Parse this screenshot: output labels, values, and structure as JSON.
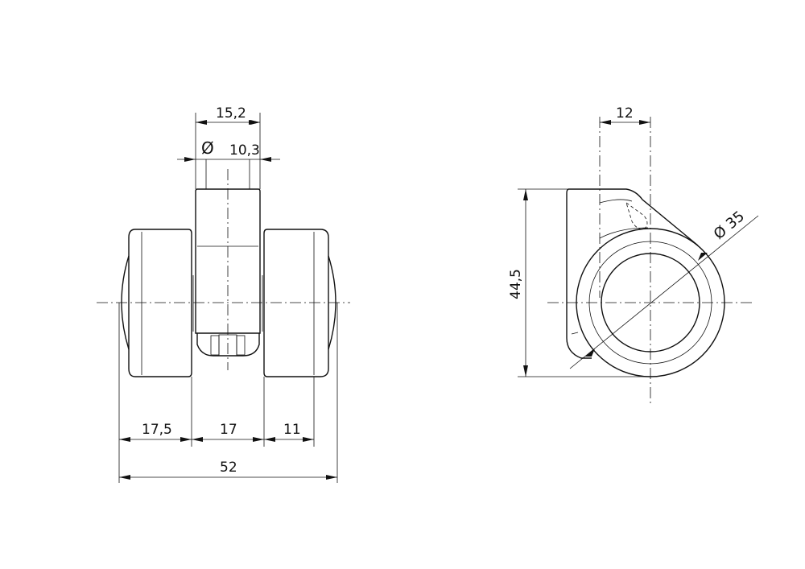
{
  "drawing": {
    "front_view": {
      "dims": {
        "top_width": "15,2",
        "stem_diameter_symbol": "Ø",
        "stem_diameter": "10,3",
        "left_offset": "17,5",
        "center_width": "17",
        "right_width": "11",
        "overall_width": "52"
      }
    },
    "side_view": {
      "dims": {
        "offset": "12",
        "height": "44,5",
        "wheel_diameter": "Ø 35"
      }
    }
  }
}
